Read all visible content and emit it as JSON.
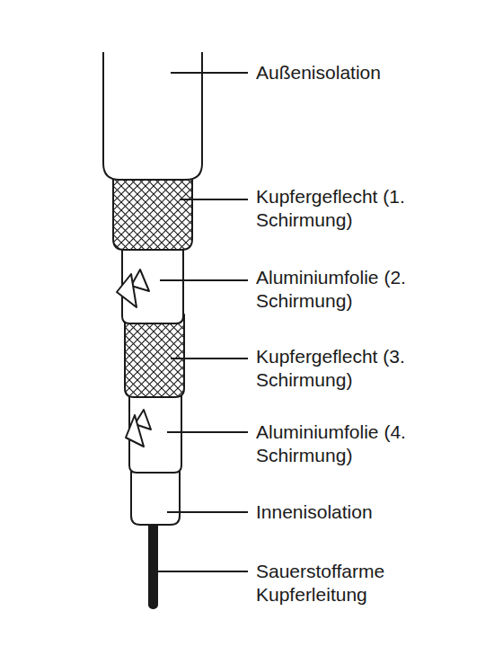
{
  "diagram": {
    "labels": [
      "Außenisolation",
      "Kupfergeflecht (1. Schirmung)",
      "Aluminiumfolie (2. Schirmung)",
      "Kupfergeflecht (3. Schirmung)",
      "Aluminiumfolie (4. Schirmung)",
      "Innenisolation",
      "Sauerstoffarme Kupferleitung"
    ]
  }
}
